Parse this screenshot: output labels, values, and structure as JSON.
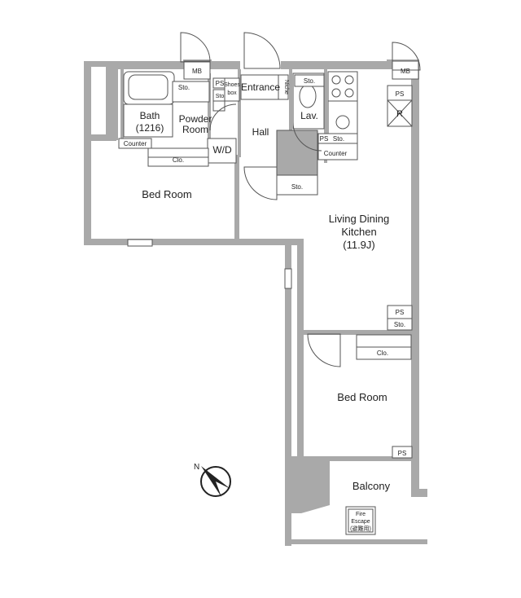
{
  "plan": {
    "labels": {
      "mb_left": "MB",
      "mb_right": "MB",
      "ps_entry": "PS",
      "sto_bath": "Sto.",
      "sto_small": "Sto",
      "shoes_line1": "Shoes",
      "shoes_line2": "box",
      "entrance": "Entrance",
      "niche": "Niche",
      "sto_lav": "Sto.",
      "bath_line1": "Bath",
      "bath_line2": "(1216)",
      "powder_line1": "Powder",
      "powder_line2": "Room",
      "hall": "Hall",
      "lav": "Lav.",
      "ps_top_right": "PS",
      "refrigerator": "R",
      "ps_kitchen": "PS",
      "sto_kitchen": "Sto.",
      "counter_kitchen": "Counter",
      "counter_bath": "Counter",
      "wd": "W/D",
      "clo_bed1": "Clo.",
      "bedroom1": "Bed Room",
      "sto_hall": "Sto.",
      "ldk_line1": "Living Dining",
      "ldk_line2": "Kitchen",
      "ldk_line3": "(11.9J)",
      "ps_mid": "PS",
      "sto_mid": "Sto.",
      "clo_bed2": "Clo.",
      "bedroom2": "Bed Room",
      "ps_bottom": "PS",
      "balcony": "Balcony",
      "fire_line1": "Fire",
      "fire_line2": "Escape",
      "fire_line3": "(避難用)",
      "compass": "N"
    }
  }
}
